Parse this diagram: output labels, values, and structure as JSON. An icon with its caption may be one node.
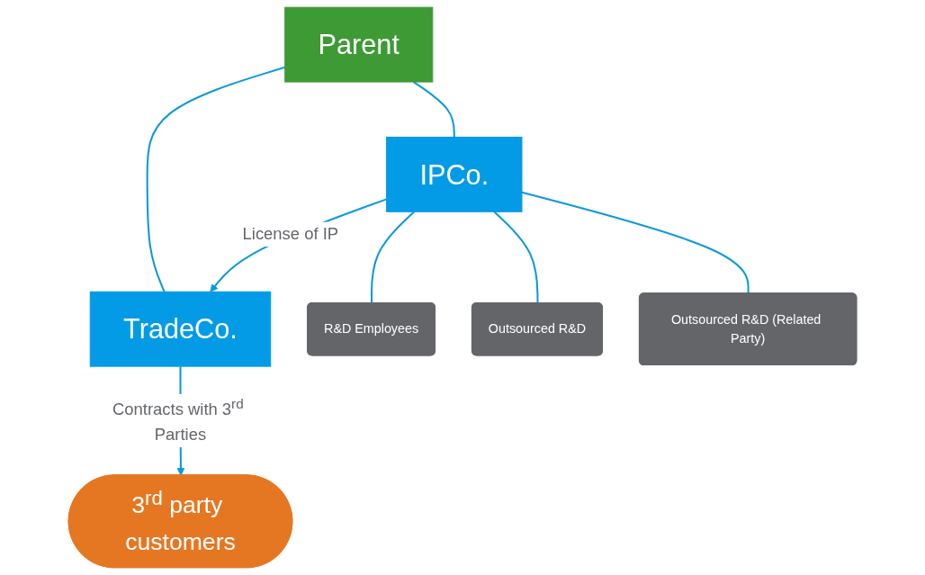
{
  "diagram": {
    "nodes": [
      {
        "text": [
          "Parent"
        ]
      },
      {
        "text": [
          "TradeCo."
        ]
      },
      {
        "text": [
          "IPCo."
        ]
      },
      {
        "text": [
          "R&D Employees"
        ]
      },
      {
        "text": [
          "Outsourced R&D"
        ]
      },
      {
        "text": [
          "Outsourced R&D (Related Party)"
        ]
      },
      {
        "text": [
          "3$^{rd}$ party customers"
        ]
      }
    ],
    "edges": [
      {
        "from": 0,
        "to": 1,
        "arrow": "none"
      },
      {
        "from": 0,
        "to": 2,
        "arrow": "none"
      },
      {
        "from": 2,
        "to": 3,
        "arrow": "none"
      },
      {
        "from": 2,
        "to": 4,
        "arrow": "none"
      },
      {
        "from": 2,
        "to": 5,
        "arrow": "none"
      },
      {
        "from": 2,
        "to": 1,
        "arrow": "to",
        "label": "License of IP"
      },
      {
        "from": 1,
        "to": 6,
        "arrow": "to",
        "label": "Contracts with 3$^{rd}$ Parties"
      }
    ]
  }
}
